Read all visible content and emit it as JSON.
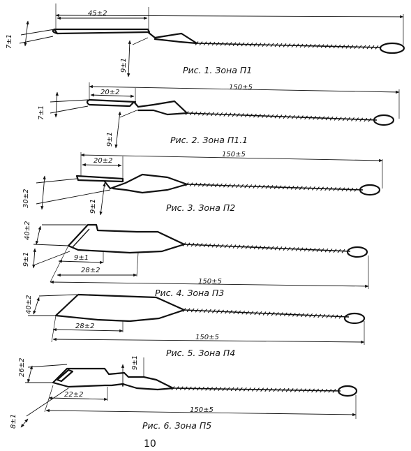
{
  "figures": [
    {
      "caption": "Рис. 1. Зона П1",
      "dims": {
        "top": "45±2",
        "left": "7±1",
        "bottom": "9±1"
      }
    },
    {
      "caption": "Рис. 2. Зона П1.1",
      "dims": {
        "top_short": "20±2",
        "top_long": "150±5",
        "left": "7±1",
        "bottom": "9±1"
      }
    },
    {
      "caption": "Рис. 3. Зона П2",
      "dims": {
        "top_short": "20±2",
        "top_long": "150±5",
        "left": "30±2",
        "bottom": "9±1"
      }
    },
    {
      "caption": "Рис. 4. Зона П3",
      "dims": {
        "left_a": "40±2",
        "left_b": "9±1",
        "inner_a": "9±1",
        "inner_b": "28±2",
        "bottom": "150±5"
      }
    },
    {
      "caption": "Рис. 5. Зона П4",
      "dims": {
        "left": "40±2",
        "inner": "28±2",
        "bottom": "150±5"
      }
    },
    {
      "caption": "Рис. 6. Зона П5",
      "dims": {
        "left_a": "26±2",
        "left_b": "8±1",
        "top_right": "9±1",
        "inner": "22±2",
        "bottom": "150±5"
      }
    }
  ],
  "page_number": "10"
}
